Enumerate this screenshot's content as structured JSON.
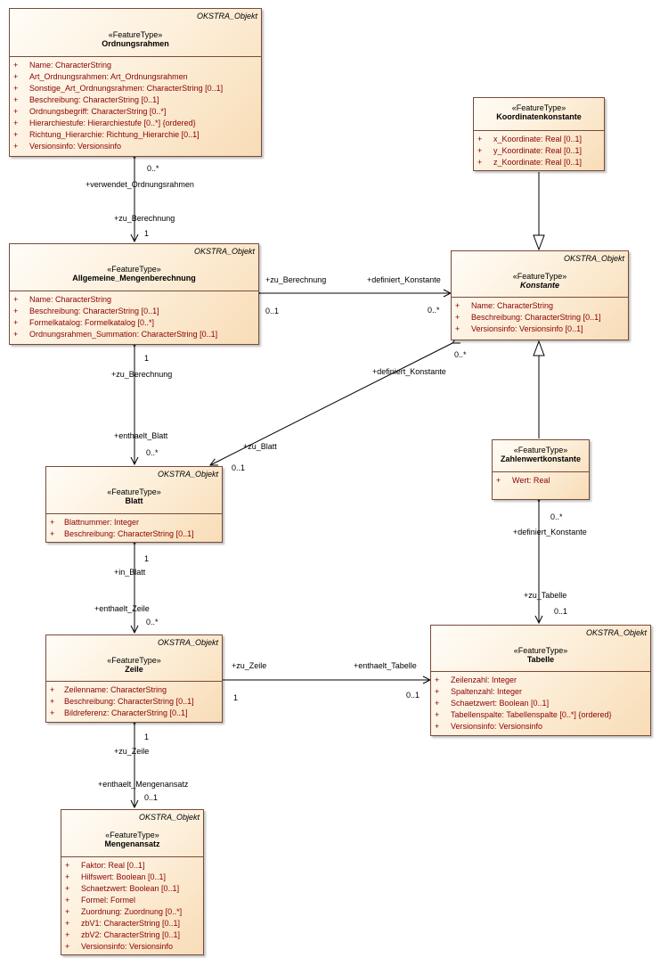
{
  "classes": {
    "ordnungsrahmen": {
      "package": "OKSTRA_Objekt",
      "stereotype": "«FeatureType»",
      "name": "Ordnungsrahmen",
      "attributes": [
        "Name: CharacterString",
        "Art_Ordnungsrahmen: Art_Ordnungsrahmen",
        "Sonstige_Art_Ordnungsrahmen: CharacterString [0..1]",
        "Beschreibung: CharacterString [0..1]",
        "Ordnungsbegriff: CharacterString [0..*]",
        "Hierarchiestufe: Hierarchiestufe [0..*] {ordered}",
        "Richtung_Hierarchie: Richtung_Hierarchie [0..1]",
        "Versionsinfo: Versionsinfo"
      ]
    },
    "koordinatenkonstante": {
      "package": "",
      "stereotype": "«FeatureType»",
      "name": "Koordinatenkonstante",
      "attributes": [
        "x_Koordinate: Real [0..1]",
        "y_Koordinate: Real [0..1]",
        "z_Koordinate: Real [0..1]"
      ]
    },
    "allgemeine": {
      "package": "OKSTRA_Objekt",
      "stereotype": "«FeatureType»",
      "name": "Allgemeine_Mengenberechnung",
      "attributes": [
        "Name: CharacterString",
        "Beschreibung: CharacterString [0..1]",
        "Formelkatalog: Formelkatalog [0..*]",
        "Ordnungsrahmen_Summation: CharacterString [0..1]"
      ]
    },
    "konstante": {
      "package": "OKSTRA_Objekt",
      "stereotype": "«FeatureType»",
      "name": "Konstante",
      "attributes": [
        "Name: CharacterString",
        "Beschreibung: CharacterString [0..1]",
        "Versionsinfo: Versionsinfo [0..1]"
      ]
    },
    "zahlenwertkonstante": {
      "package": "",
      "stereotype": "«FeatureType»",
      "name": "Zahlenwertkonstante",
      "attributes": [
        "Wert: Real"
      ]
    },
    "blatt": {
      "package": "OKSTRA_Objekt",
      "stereotype": "«FeatureType»",
      "name": "Blatt",
      "attributes": [
        "Blattnummer: Integer",
        "Beschreibung: CharacterString [0..1]"
      ]
    },
    "zeile": {
      "package": "OKSTRA_Objekt",
      "stereotype": "«FeatureType»",
      "name": "Zeile",
      "attributes": [
        "Zeilenname: CharacterString",
        "Beschreibung: CharacterString [0..1]",
        "Bildreferenz: CharacterString [0..1]"
      ]
    },
    "tabelle": {
      "package": "OKSTRA_Objekt",
      "stereotype": "«FeatureType»",
      "name": "Tabelle",
      "attributes": [
        "Zeilenzahl: Integer",
        "Spaltenzahl: Integer",
        "Schaetzwert: Boolean [0..1]",
        "Tabellenspalte: Tabellenspalte [0..*] {ordered}",
        "Versionsinfo: Versionsinfo"
      ]
    },
    "mengenansatz": {
      "package": "OKSTRA_Objekt",
      "stereotype": "«FeatureType»",
      "name": "Mengenansatz",
      "attributes": [
        "Faktor: Real [0..1]",
        "Hilfswert: Boolean [0..1]",
        "Schaetzwert: Boolean [0..1]",
        "Formel: Formel",
        "Zuordnung: Zuordnung [0..*]",
        "zbV1: CharacterString [0..1]",
        "zbV2: CharacterString [0..1]",
        "Versionsinfo: Versionsinfo"
      ]
    }
  },
  "visibility_symbol": "+",
  "labels": {
    "verwendet_ordnungsrahmen": "+verwendet_Ordnungsrahmen",
    "mult_0_star_a": "0..*",
    "zu_berechnung_a": "+zu_Berechnung",
    "mult_1_a": "1",
    "zu_berechnung_b": "+zu_Berechnung",
    "mult_0_1_a": "0..1",
    "definiert_konstante_a": "+definiert_Konstante",
    "mult_0_star_b": "0..*",
    "mult_1_b": "1",
    "zu_berechnung_c": "+zu_Berechnung",
    "definiert_konstante_b": "+definiert_Konstante",
    "mult_0_star_c": "0..*",
    "enthaelt_blatt": "+enthaelt_Blatt",
    "mult_0_star_d": "0..*",
    "zu_blatt": "+zu_Blatt",
    "mult_0_1_b": "0..1",
    "mult_0_star_e": "0..*",
    "definiert_konstante_c": "+definiert_Konstante",
    "zu_tabelle": "+zu_Tabelle",
    "mult_0_1_c": "0..1",
    "mult_1_c": "1",
    "in_blatt": "+in_Blatt",
    "enthaelt_zeile": "+enthaelt_Zeile",
    "mult_0_star_f": "0..*",
    "zu_zeile_a": "+zu_Zeile",
    "enthaelt_tabelle": "+enthaelt_Tabelle",
    "mult_1_d": "1",
    "mult_0_1_d": "0..1",
    "mult_1_e": "1",
    "zu_zeile_b": "+zu_Zeile",
    "enthaelt_mengenansatz": "+enthaelt_Mengenansatz",
    "mult_0_1_e": "0..1"
  }
}
